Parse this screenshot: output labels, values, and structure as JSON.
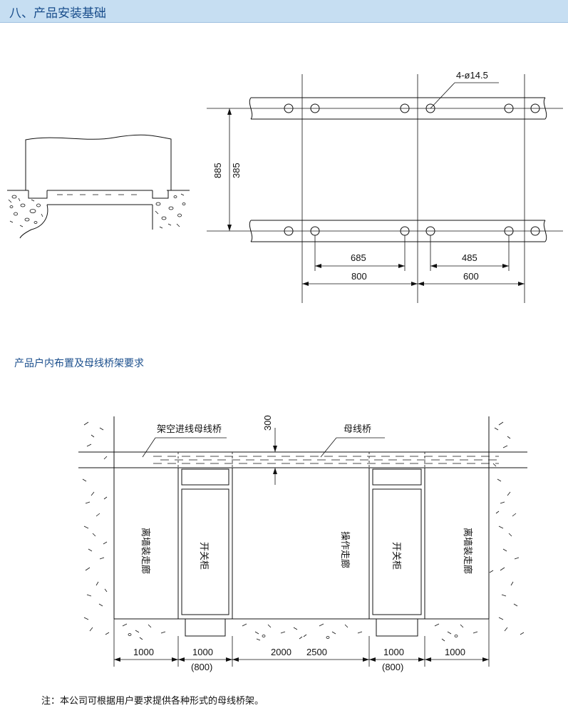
{
  "header": {
    "title": "八、产品安装基础"
  },
  "foundation": {
    "bolt_callout": "4-ø14.5",
    "dim_outer_height": "885",
    "dim_inner_height": "385",
    "dim_left_inner": "685",
    "dim_left_outer": "800",
    "dim_right_inner": "485",
    "dim_right_outer": "600"
  },
  "layout_section": {
    "title": "产品户内布置及母线桥架要求",
    "label_overhead_busbar": "架空进线母线桥",
    "label_busbar_bridge": "母线桥",
    "dim_300": "300",
    "label_corridor_left": "离墙装走廊",
    "label_switchgear_left": "开关柜",
    "label_operation_corridor": "操作走廊",
    "label_switchgear_right": "开关柜",
    "label_corridor_right": "离墙装走廊",
    "dims": {
      "d1": "1000",
      "d2": "1000",
      "d2_alt": "(800)",
      "d3a": "2000",
      "d3b": "2500",
      "d4": "1000",
      "d4_alt": "(800)",
      "d5": "1000"
    }
  },
  "note": "注：本公司可根据用户要求提供各种形式的母线桥架。"
}
